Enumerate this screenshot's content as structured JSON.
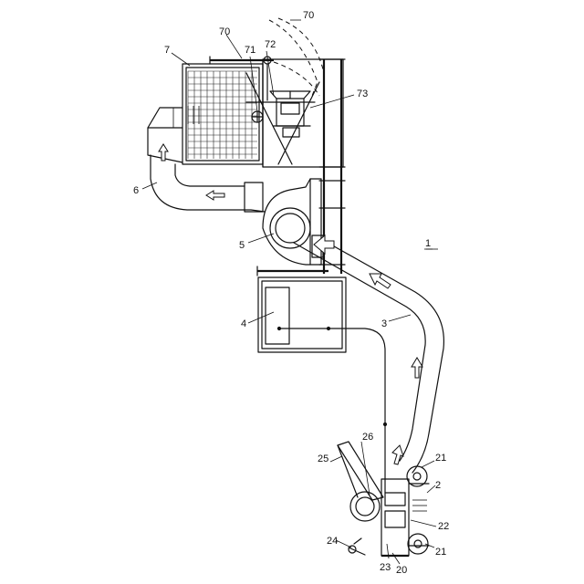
{
  "figure": {
    "labels": {
      "l1": "1",
      "l2": "2",
      "l3": "3",
      "l4": "4",
      "l5": "5",
      "l6": "6",
      "l7": "7",
      "l20": "20",
      "l21a": "21",
      "l21b": "21",
      "l22": "22",
      "l23": "23",
      "l24": "24",
      "l25": "25",
      "l26": "26",
      "l70a": "70",
      "l70b": "70",
      "l71": "71",
      "l72": "72",
      "l73": "73"
    }
  }
}
